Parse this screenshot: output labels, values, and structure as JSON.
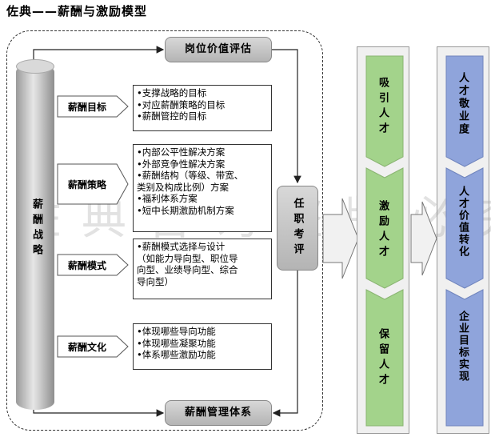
{
  "title": "佐典——薪酬与激励模型",
  "top_box": "岗位价值评估",
  "bottom_box": "薪酬管理体系",
  "cylinder_label": "薪酬战略",
  "evaluation_label": "任职考评",
  "watermark": "佐典咨询盗版必究",
  "components": [
    {
      "label": "薪酬目标",
      "items": [
        "•支撑战略的目标",
        "•对应薪酬策略的目标",
        "•薪酬管控的目标"
      ]
    },
    {
      "label": "薪酬策略",
      "items": [
        "•内部公平性解决方案",
        "•外部竞争性解决方案",
        "•薪酬结构（等级、带宽、",
        "类别及构成比例）方案",
        "•福利体系方案",
        "•短中长期激励机制方案"
      ]
    },
    {
      "label": "薪酬模式",
      "items": [
        "•薪酬模式选择与设计",
        "（如能力导向型、职位导",
        "向型、业绩导向型、综合",
        "导向型）"
      ]
    },
    {
      "label": "薪酬文化",
      "items": [
        "•体现哪些导向功能",
        "•体现哪些凝聚功能",
        "•体系哪些激励功能"
      ]
    }
  ],
  "green_column": [
    "吸引人才",
    "激励人才",
    "保留人才"
  ],
  "blue_column": [
    "人才敬业度",
    "人才价值转化",
    "企业目标实现"
  ],
  "colors": {
    "green": "#a3d38b",
    "blue": "#8fa4db",
    "gray_box": "#c6c6c6"
  }
}
